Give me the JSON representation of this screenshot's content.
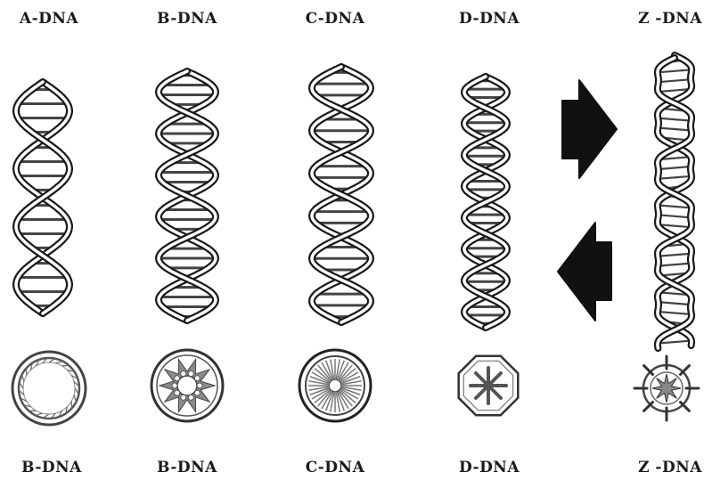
{
  "forms": [
    {
      "id": "a",
      "top_label": "A-DNA",
      "bottom_label": "B-DNA"
    },
    {
      "id": "b",
      "top_label": "B-DNA",
      "bottom_label": "B-DNA"
    },
    {
      "id": "c",
      "top_label": "C-DNA",
      "bottom_label": "C-DNA"
    },
    {
      "id": "d",
      "top_label": "D-DNA",
      "bottom_label": "D-DNA"
    },
    {
      "id": "z",
      "top_label": "Z -DNA",
      "bottom_label": "Z -DNA"
    }
  ],
  "arrows": {
    "upper": "right",
    "lower": "left"
  },
  "colors": {
    "ink": "#1a1a1a",
    "fill": "#ffffff",
    "rung": "#444444"
  }
}
